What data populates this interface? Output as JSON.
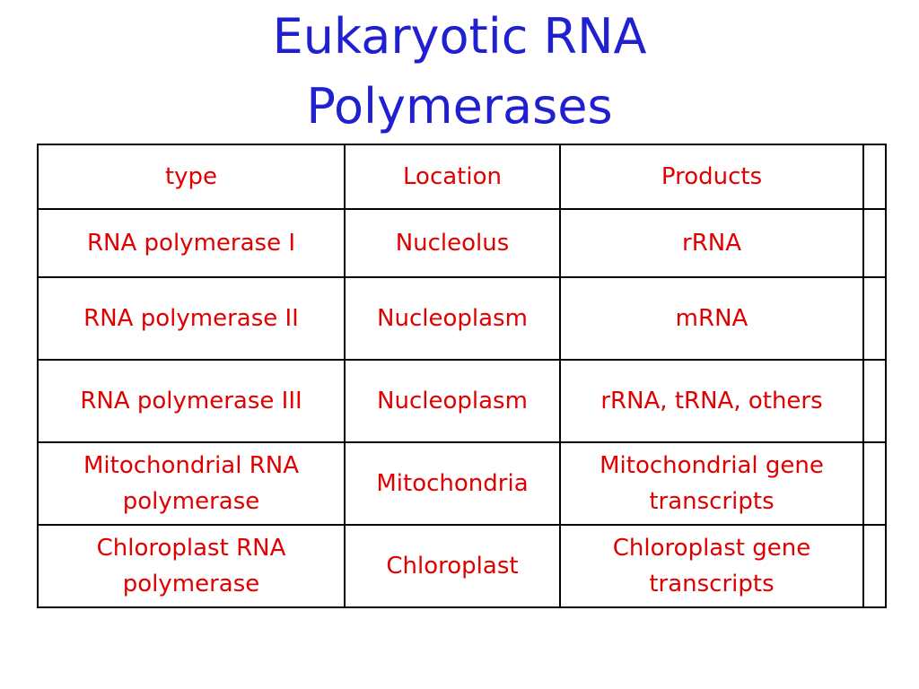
{
  "slide": {
    "title_line1": "Eukaryotic RNA",
    "title_line2": "Polymerases"
  },
  "table": {
    "headers": {
      "type": "type",
      "location": "Location",
      "products": "Products",
      "extra": ""
    },
    "rows": [
      {
        "type": "RNA polymerase I",
        "location": "Nucleolus",
        "products": "rRNA",
        "extra": ""
      },
      {
        "type": "RNA polymerase II",
        "location": "Nucleoplasm",
        "products": "mRNA",
        "extra": ""
      },
      {
        "type": "RNA polymerase III",
        "location": "Nucleoplasm",
        "products": "rRNA, tRNA, others",
        "extra": ""
      },
      {
        "type": "Mitochondrial RNA polymerase",
        "location": "Mitochondria",
        "products": "Mitochondrial gene transcripts",
        "extra": ""
      },
      {
        "type": "Chloroplast RNA polymerase",
        "location": "Chloroplast",
        "products": "Chloroplast gene transcripts",
        "extra": ""
      }
    ]
  },
  "colors": {
    "title": "#2020d0",
    "cell_text": "#e00000",
    "border": "#000000",
    "background": "#ffffff"
  }
}
